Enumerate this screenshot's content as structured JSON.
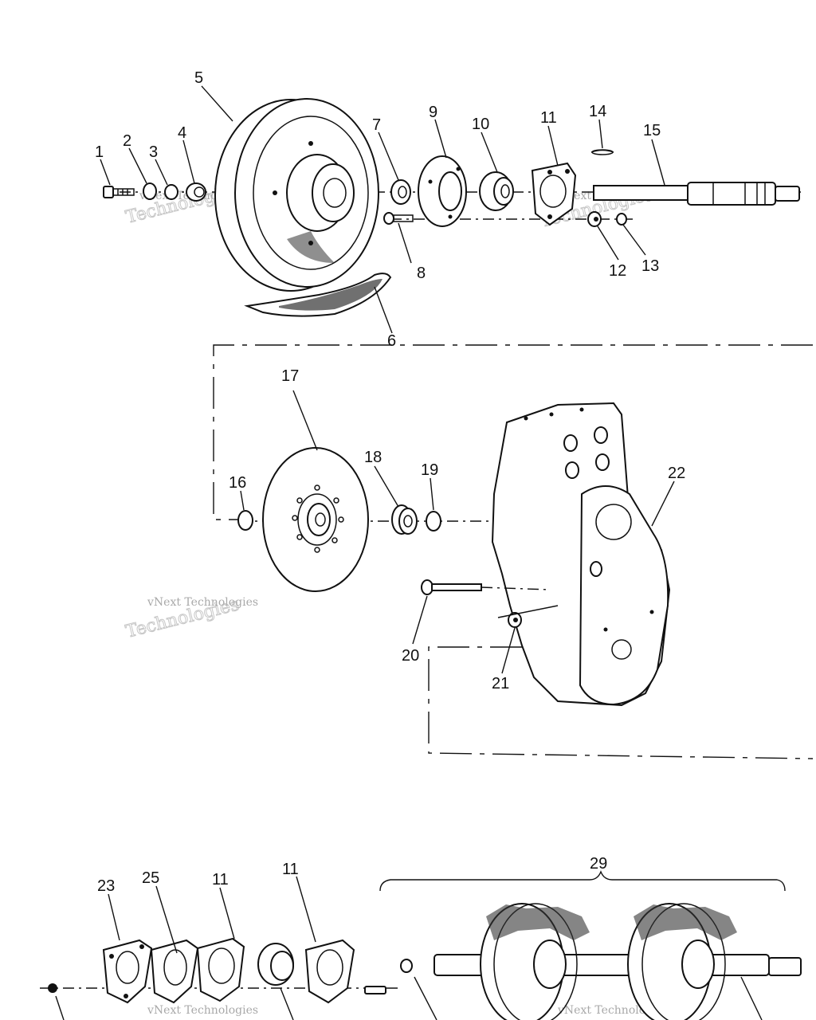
{
  "callouts": [
    {
      "id": "c1",
      "text": "1"
    },
    {
      "id": "c2",
      "text": "2"
    },
    {
      "id": "c3",
      "text": "3"
    },
    {
      "id": "c4",
      "text": "4"
    },
    {
      "id": "c5",
      "text": "5"
    },
    {
      "id": "c6",
      "text": "6"
    },
    {
      "id": "c7",
      "text": "7"
    },
    {
      "id": "c8",
      "text": "8"
    },
    {
      "id": "c9",
      "text": "9"
    },
    {
      "id": "c10",
      "text": "10"
    },
    {
      "id": "c11a",
      "text": "11"
    },
    {
      "id": "c12",
      "text": "12"
    },
    {
      "id": "c13",
      "text": "13"
    },
    {
      "id": "c14",
      "text": "14"
    },
    {
      "id": "c15",
      "text": "15"
    },
    {
      "id": "c16",
      "text": "16"
    },
    {
      "id": "c17",
      "text": "17"
    },
    {
      "id": "c18",
      "text": "18"
    },
    {
      "id": "c19",
      "text": "19"
    },
    {
      "id": "c20",
      "text": "20"
    },
    {
      "id": "c21",
      "text": "21"
    },
    {
      "id": "c22",
      "text": "22"
    },
    {
      "id": "c23",
      "text": "23"
    },
    {
      "id": "c25",
      "text": "25"
    },
    {
      "id": "c11b",
      "text": "11"
    },
    {
      "id": "c11c",
      "text": "11"
    },
    {
      "id": "c29",
      "text": "29"
    }
  ],
  "watermark": {
    "line1": "vNext Technologies",
    "line2": "Technologies"
  }
}
